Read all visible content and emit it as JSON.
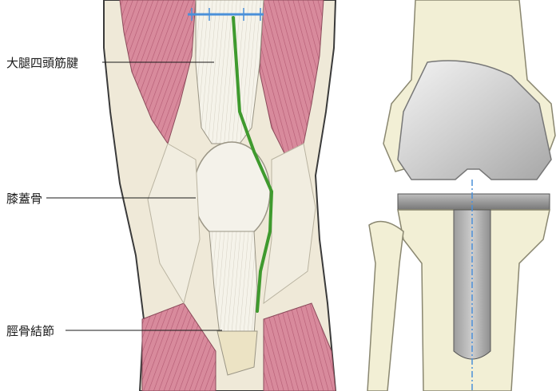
{
  "figure": {
    "labels": {
      "quadriceps_tendon": "大腿四頭筋腱",
      "patella": "膝蓋骨",
      "tibial_tuberosity": "脛骨結節"
    }
  },
  "colors": {
    "muscle": "#d9889b",
    "muscle_dark": "#b8506a",
    "bone": "#f2efd5",
    "bone_outline": "#8a8770",
    "skin_outline": "#3a3a3a",
    "tendon": "#f4f3ee",
    "incision_line": "#3f9a2e",
    "axis_line": "#4a90d9",
    "implant_metal": "#d6d6d6",
    "implant_shadow": "#9a9a9a"
  }
}
